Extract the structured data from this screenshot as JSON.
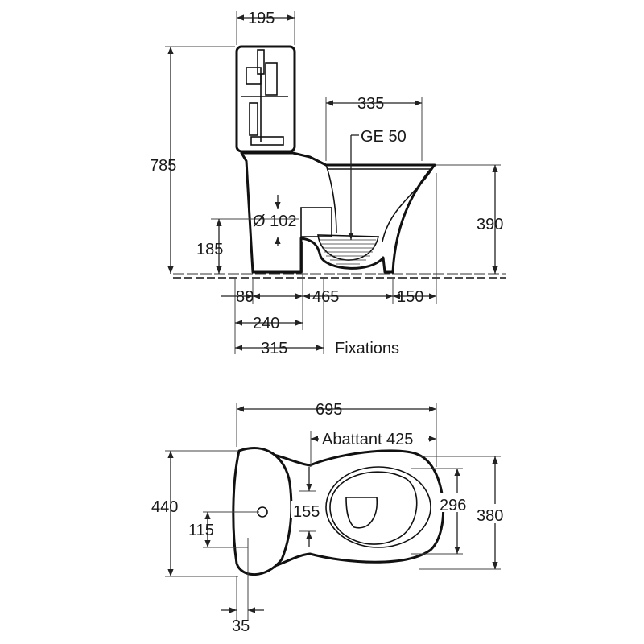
{
  "side_view": {
    "dims": {
      "tank_depth": "195",
      "total_height": "785",
      "bowl_opening": "335",
      "overflow_ge": "GE 50",
      "outlet_diameter": "Ø 102",
      "outlet_height": "185",
      "rim_height": "390",
      "rear_to_outlet": "80",
      "outlet_to_front": "465",
      "front_overhang": "150",
      "fix_distance_a": "240",
      "fix_distance_b": "315",
      "fixations_label": "Fixations"
    }
  },
  "top_view": {
    "dims": {
      "total_length": "695",
      "seat_label": "Abattant 425",
      "tank_width": "440",
      "inlet_offset": "115",
      "fixing_spacing": "155",
      "bowl_inner_width": "296",
      "bowl_outer_width": "380",
      "rear_offset": "35"
    }
  }
}
